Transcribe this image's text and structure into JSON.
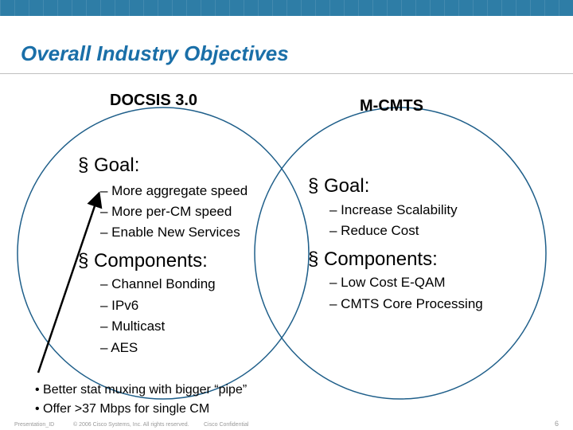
{
  "title": "Overall Industry Objectives",
  "left_circle": {
    "label": "DOCSIS 3.0",
    "goal_heading": "§ Goal:",
    "goal_items": [
      "– More aggregate speed",
      "– More per-CM speed",
      "– Enable New Services"
    ],
    "components_heading": "§ Components:",
    "component_items": [
      "– Channel Bonding",
      "– IPv6",
      "– Multicast",
      "– AES"
    ]
  },
  "right_circle": {
    "label": "M-CMTS",
    "goal_heading": "§ Goal:",
    "goal_items": [
      "– Increase Scalability",
      "– Reduce Cost"
    ],
    "components_heading": "§ Components:",
    "component_items": [
      "– Low Cost E-QAM",
      "– CMTS Core Processing"
    ]
  },
  "callouts": [
    "• Better stat muxing with bigger “pipe”",
    "• Offer >37 Mbps for single CM"
  ],
  "footer": {
    "presentation_id": "Presentation_ID",
    "copyright": "© 2006 Cisco Systems, Inc. All rights reserved.",
    "confidential": "Cisco Confidential",
    "page": "6"
  },
  "colors": {
    "header_bar": "#2e7da6",
    "title": "#1a6fa8",
    "circle_stroke": "#1f5f8a"
  }
}
